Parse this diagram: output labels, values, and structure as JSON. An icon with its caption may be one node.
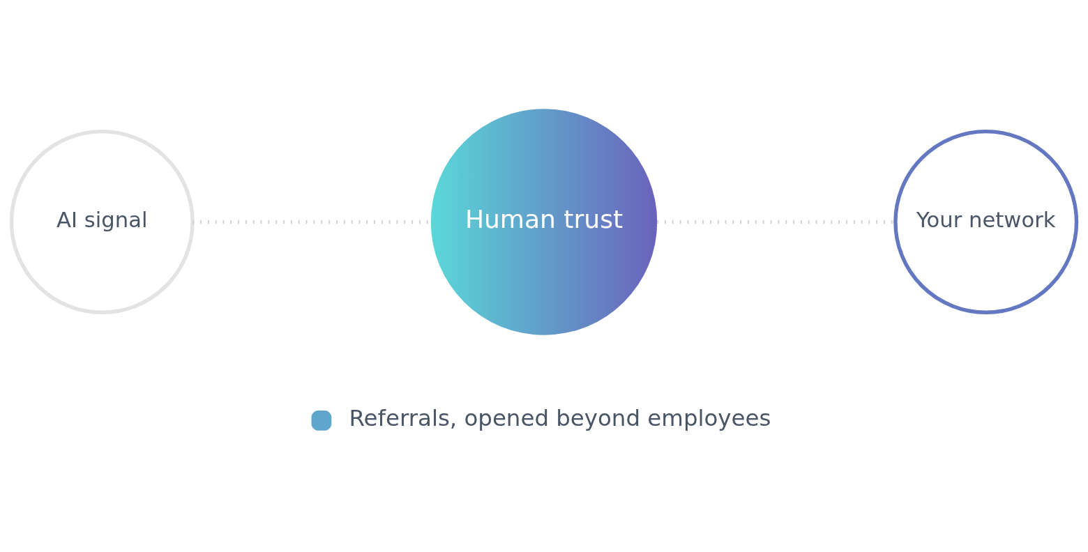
{
  "diagram": {
    "nodes": [
      {
        "text": [
          "AI signal"
        ]
      },
      {
        "text": [
          "Human trust"
        ]
      },
      {
        "text": [
          "Your network"
        ]
      }
    ],
    "edges": [
      {
        "from": 0,
        "to": 1,
        "arrow": "none",
        "style": "dashed"
      },
      {
        "from": 1,
        "to": 2,
        "arrow": "none",
        "style": "dashed"
      }
    ],
    "legend": [
      {
        "text": "Referrals, opened beyond employees",
        "color": "#5fa6cc"
      }
    ]
  }
}
